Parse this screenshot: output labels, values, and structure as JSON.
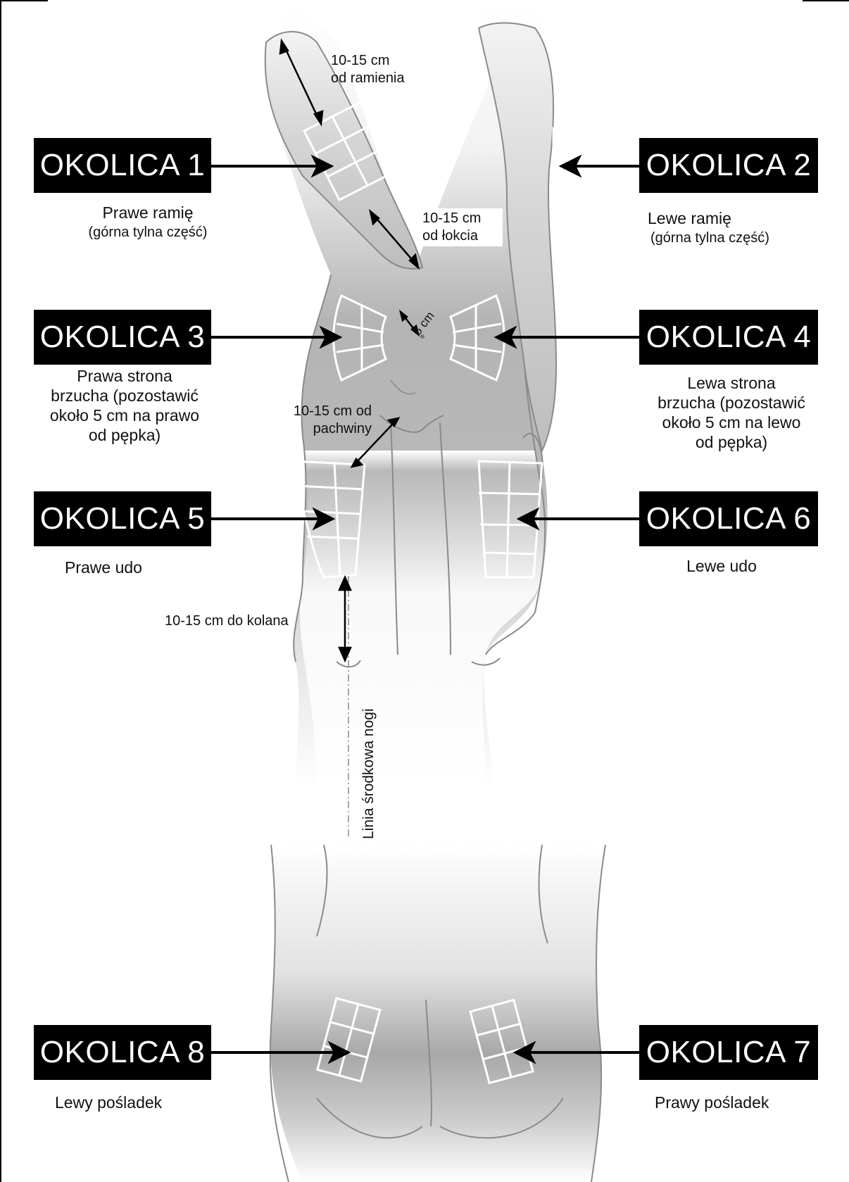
{
  "regions": [
    {
      "label": "OKOLICA 1",
      "desc": "Prawe ramię",
      "desc2": "(górna tylna część)"
    },
    {
      "label": "OKOLICA 2",
      "desc": "Lewe ramię",
      "desc2": "(górna tylna część)"
    },
    {
      "label": "OKOLICA 3",
      "desc_lines": [
        "Prawa strona",
        "brzucha (pozostawić",
        "około 5 cm na prawo",
        "od pępka)"
      ]
    },
    {
      "label": "OKOLICA 4",
      "desc_lines": [
        "Lewa strona",
        "brzucha (pozostawić",
        "około 5 cm na lewo",
        "od pępka)"
      ]
    },
    {
      "label": "OKOLICA 5",
      "desc": "Prawe udo"
    },
    {
      "label": "OKOLICA 6",
      "desc": "Lewe udo"
    },
    {
      "label": "OKOLICA 7",
      "desc": "Prawy pośladek"
    },
    {
      "label": "OKOLICA 8",
      "desc": "Lewy pośladek"
    }
  ],
  "measurements": {
    "shoulder": [
      "10-15 cm",
      "od ramienia"
    ],
    "elbow": [
      "10-15 cm",
      "od łokcia"
    ],
    "navel": "5 cm",
    "groin": [
      "10-15 cm od",
      "pachwiny"
    ],
    "knee": "10-15 cm do kolana",
    "midline": "Linia środkowa nogi"
  },
  "colors": {
    "label_bg": "#000000",
    "label_text": "#ffffff",
    "skin_shade": "#a9a9a9",
    "outline": "#8a8a8a"
  }
}
